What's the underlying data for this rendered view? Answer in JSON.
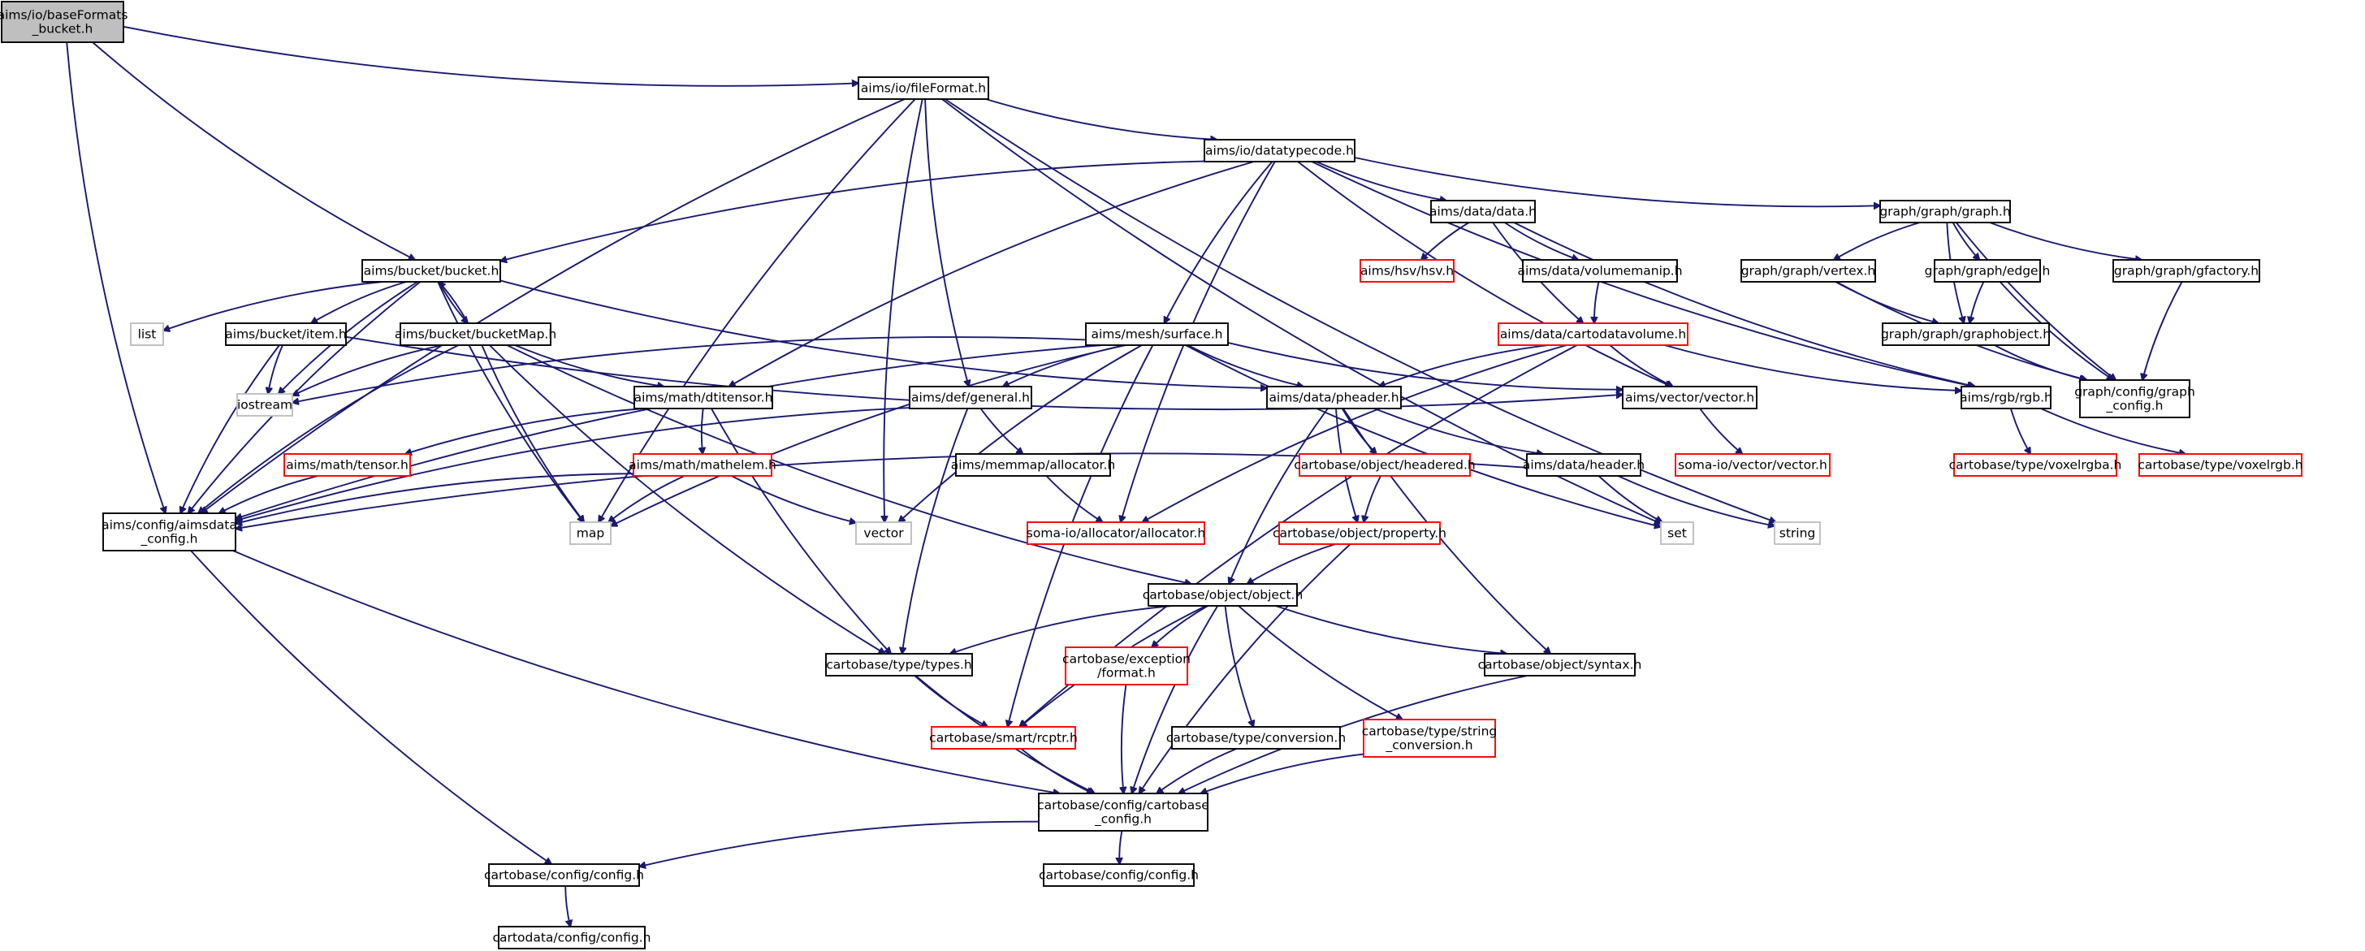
{
  "diagram": {
    "colors": {
      "edge": "#191970",
      "root_fill": "#bfbfbf",
      "missing_border": "#ff0000",
      "system_border": "#bfbfbf"
    },
    "nodes": [
      {
        "id": "root",
        "lines": [
          "aims/io/baseFormats",
          "_bucket.h"
        ],
        "style": "root"
      },
      {
        "id": "fileFormat",
        "lines": [
          "aims/io/fileFormat.h"
        ],
        "style": "normal"
      },
      {
        "id": "datatypecode",
        "lines": [
          "aims/io/datatypecode.h"
        ],
        "style": "normal"
      },
      {
        "id": "bucket",
        "lines": [
          "aims/bucket/bucket.h"
        ],
        "style": "normal"
      },
      {
        "id": "datah",
        "lines": [
          "aims/data/data.h"
        ],
        "style": "normal"
      },
      {
        "id": "graphh",
        "lines": [
          "graph/graph/graph.h"
        ],
        "style": "normal"
      },
      {
        "id": "hsv",
        "lines": [
          "aims/hsv/hsv.h"
        ],
        "style": "red"
      },
      {
        "id": "volumemanip",
        "lines": [
          "aims/data/volumemanip.h"
        ],
        "style": "normal"
      },
      {
        "id": "vertex",
        "lines": [
          "graph/graph/vertex.h"
        ],
        "style": "normal"
      },
      {
        "id": "edgeh",
        "lines": [
          "graph/graph/edge.h"
        ],
        "style": "normal"
      },
      {
        "id": "gfactory",
        "lines": [
          "graph/graph/gfactory.h"
        ],
        "style": "normal"
      },
      {
        "id": "list",
        "lines": [
          "list"
        ],
        "style": "gray"
      },
      {
        "id": "item",
        "lines": [
          "aims/bucket/item.h"
        ],
        "style": "normal"
      },
      {
        "id": "bucketMap",
        "lines": [
          "aims/bucket/bucketMap.h"
        ],
        "style": "normal"
      },
      {
        "id": "surface",
        "lines": [
          "aims/mesh/surface.h"
        ],
        "style": "normal"
      },
      {
        "id": "cartodatavolume",
        "lines": [
          "aims/data/cartodatavolume.h"
        ],
        "style": "red"
      },
      {
        "id": "graphobject",
        "lines": [
          "graph/graph/graphobject.h"
        ],
        "style": "normal"
      },
      {
        "id": "iostream",
        "lines": [
          "iostream"
        ],
        "style": "gray"
      },
      {
        "id": "dtitensor",
        "lines": [
          "aims/math/dtitensor.h"
        ],
        "style": "normal"
      },
      {
        "id": "general",
        "lines": [
          "aims/def/general.h"
        ],
        "style": "normal"
      },
      {
        "id": "pheader",
        "lines": [
          "aims/data/pheader.h"
        ],
        "style": "normal"
      },
      {
        "id": "vectorh",
        "lines": [
          "aims/vector/vector.h"
        ],
        "style": "normal"
      },
      {
        "id": "rgbh",
        "lines": [
          "aims/rgb/rgb.h"
        ],
        "style": "normal"
      },
      {
        "id": "graphconfig",
        "lines": [
          "graph/config/graph",
          "_config.h"
        ],
        "style": "normal"
      },
      {
        "id": "tensor",
        "lines": [
          "aims/math/tensor.h"
        ],
        "style": "red"
      },
      {
        "id": "mathelem",
        "lines": [
          "aims/math/mathelem.h"
        ],
        "style": "red"
      },
      {
        "id": "allocator",
        "lines": [
          "aims/memmap/allocator.h"
        ],
        "style": "normal"
      },
      {
        "id": "headered",
        "lines": [
          "cartobase/object/headered.h"
        ],
        "style": "red"
      },
      {
        "id": "headerh",
        "lines": [
          "aims/data/header.h"
        ],
        "style": "normal"
      },
      {
        "id": "somavector",
        "lines": [
          "soma-io/vector/vector.h"
        ],
        "style": "red"
      },
      {
        "id": "voxelrgba",
        "lines": [
          "cartobase/type/voxelrgba.h"
        ],
        "style": "red"
      },
      {
        "id": "voxelrgb",
        "lines": [
          "cartobase/type/voxelrgb.h"
        ],
        "style": "red"
      },
      {
        "id": "aimsdataconfig",
        "lines": [
          "aims/config/aimsdata",
          "_config.h"
        ],
        "style": "normal"
      },
      {
        "id": "map",
        "lines": [
          "map"
        ],
        "style": "gray"
      },
      {
        "id": "vector",
        "lines": [
          "vector"
        ],
        "style": "gray"
      },
      {
        "id": "somaallocator",
        "lines": [
          "soma-io/allocator/allocator.h"
        ],
        "style": "red"
      },
      {
        "id": "property",
        "lines": [
          "cartobase/object/property.h"
        ],
        "style": "red"
      },
      {
        "id": "set",
        "lines": [
          "set"
        ],
        "style": "gray"
      },
      {
        "id": "string",
        "lines": [
          "string"
        ],
        "style": "gray"
      },
      {
        "id": "object",
        "lines": [
          "cartobase/object/object.h"
        ],
        "style": "normal"
      },
      {
        "id": "types",
        "lines": [
          "cartobase/type/types.h"
        ],
        "style": "normal"
      },
      {
        "id": "exceptionformat",
        "lines": [
          "cartobase/exception",
          "/format.h"
        ],
        "style": "red"
      },
      {
        "id": "syntax",
        "lines": [
          "cartobase/object/syntax.h"
        ],
        "style": "normal"
      },
      {
        "id": "rcptr",
        "lines": [
          "cartobase/smart/rcptr.h"
        ],
        "style": "red"
      },
      {
        "id": "conversion",
        "lines": [
          "cartobase/type/conversion.h"
        ],
        "style": "normal"
      },
      {
        "id": "stringconv",
        "lines": [
          "cartobase/type/string",
          "_conversion.h"
        ],
        "style": "red"
      },
      {
        "id": "cartobaseconfig",
        "lines": [
          "cartobase/config/cartobase",
          "_config.h"
        ],
        "style": "normal"
      },
      {
        "id": "configA",
        "lines": [
          "cartobase/config/config.h"
        ],
        "style": "normal"
      },
      {
        "id": "configB",
        "lines": [
          "cartobase/config/config.h"
        ],
        "style": "normal"
      },
      {
        "id": "cartodataconfig",
        "lines": [
          "cartodata/config/config.h"
        ],
        "style": "normal"
      }
    ],
    "edges": [
      [
        "root",
        "fileFormat"
      ],
      [
        "root",
        "bucket"
      ],
      [
        "root",
        "aimsdataconfig"
      ],
      [
        "fileFormat",
        "datatypecode"
      ],
      [
        "fileFormat",
        "aimsdataconfig"
      ],
      [
        "fileFormat",
        "general"
      ],
      [
        "fileFormat",
        "vector"
      ],
      [
        "fileFormat",
        "map"
      ],
      [
        "fileFormat",
        "set"
      ],
      [
        "fileFormat",
        "string"
      ],
      [
        "datatypecode",
        "bucket"
      ],
      [
        "datatypecode",
        "datah"
      ],
      [
        "datatypecode",
        "graphh"
      ],
      [
        "datatypecode",
        "surface"
      ],
      [
        "datatypecode",
        "dtitensor"
      ],
      [
        "datatypecode",
        "vectorh"
      ],
      [
        "datatypecode",
        "rgbh"
      ],
      [
        "datatypecode",
        "somaallocator"
      ],
      [
        "bucket",
        "list"
      ],
      [
        "bucket",
        "item"
      ],
      [
        "bucket",
        "bucketMap"
      ],
      [
        "bucket",
        "iostream"
      ],
      [
        "bucket",
        "aimsdataconfig"
      ],
      [
        "bucket",
        "map"
      ],
      [
        "bucket",
        "pheader"
      ],
      [
        "bucketMap",
        "bucket"
      ],
      [
        "bucketMap",
        "iostream"
      ],
      [
        "bucketMap",
        "aimsdataconfig"
      ],
      [
        "bucketMap",
        "map"
      ],
      [
        "bucketMap",
        "dtitensor"
      ],
      [
        "bucketMap",
        "types"
      ],
      [
        "bucketMap",
        "object"
      ],
      [
        "item",
        "iostream"
      ],
      [
        "item",
        "aimsdataconfig"
      ],
      [
        "item",
        "vectorh"
      ],
      [
        "datah",
        "hsv"
      ],
      [
        "datah",
        "volumemanip"
      ],
      [
        "datah",
        "cartodatavolume"
      ],
      [
        "datah",
        "rgbh"
      ],
      [
        "volumemanip",
        "cartodatavolume"
      ],
      [
        "cartodatavolume",
        "pheader"
      ],
      [
        "cartodatavolume",
        "vectorh"
      ],
      [
        "cartodatavolume",
        "rgbh"
      ],
      [
        "cartodatavolume",
        "somaallocator"
      ],
      [
        "cartodatavolume",
        "rcptr"
      ],
      [
        "graphh",
        "vertex"
      ],
      [
        "graphh",
        "edgeh"
      ],
      [
        "graphh",
        "gfactory"
      ],
      [
        "graphh",
        "graphobject"
      ],
      [
        "graphh",
        "graphconfig"
      ],
      [
        "vertex",
        "graphobject"
      ],
      [
        "vertex",
        "graphconfig"
      ],
      [
        "edgeh",
        "graphobject"
      ],
      [
        "edgeh",
        "graphconfig"
      ],
      [
        "gfactory",
        "graphconfig"
      ],
      [
        "graphobject",
        "graphconfig"
      ],
      [
        "surface",
        "iostream"
      ],
      [
        "surface",
        "general"
      ],
      [
        "surface",
        "pheader"
      ],
      [
        "surface",
        "vectorh"
      ],
      [
        "surface",
        "aimsdataconfig"
      ],
      [
        "surface",
        "map"
      ],
      [
        "surface",
        "vector"
      ],
      [
        "surface",
        "set"
      ],
      [
        "surface",
        "rcptr"
      ],
      [
        "dtitensor",
        "tensor"
      ],
      [
        "dtitensor",
        "mathelem"
      ],
      [
        "dtitensor",
        "types"
      ],
      [
        "tensor",
        "aimsdataconfig"
      ],
      [
        "mathelem",
        "aimsdataconfig"
      ],
      [
        "mathelem",
        "map"
      ],
      [
        "mathelem",
        "vector"
      ],
      [
        "general",
        "allocator"
      ],
      [
        "general",
        "aimsdataconfig"
      ],
      [
        "general",
        "types"
      ],
      [
        "allocator",
        "somaallocator"
      ],
      [
        "pheader",
        "headered"
      ],
      [
        "pheader",
        "headerh"
      ],
      [
        "pheader",
        "property"
      ],
      [
        "pheader",
        "object"
      ],
      [
        "pheader",
        "syntax"
      ],
      [
        "headered",
        "property"
      ],
      [
        "headerh",
        "aimsdataconfig"
      ],
      [
        "headerh",
        "set"
      ],
      [
        "headerh",
        "string"
      ],
      [
        "vectorh",
        "somavector"
      ],
      [
        "rgbh",
        "voxelrgba"
      ],
      [
        "rgbh",
        "voxelrgb"
      ],
      [
        "property",
        "object"
      ],
      [
        "property",
        "cartobaseconfig"
      ],
      [
        "object",
        "types"
      ],
      [
        "object",
        "exceptionformat"
      ],
      [
        "object",
        "syntax"
      ],
      [
        "object",
        "rcptr"
      ],
      [
        "object",
        "conversion"
      ],
      [
        "object",
        "stringconv"
      ],
      [
        "object",
        "cartobaseconfig"
      ],
      [
        "types",
        "rcptr"
      ],
      [
        "types",
        "cartobaseconfig"
      ],
      [
        "exceptionformat",
        "cartobaseconfig"
      ],
      [
        "syntax",
        "cartobaseconfig"
      ],
      [
        "rcptr",
        "cartobaseconfig"
      ],
      [
        "conversion",
        "cartobaseconfig"
      ],
      [
        "stringconv",
        "cartobaseconfig"
      ],
      [
        "aimsdataconfig",
        "cartobaseconfig"
      ],
      [
        "aimsdataconfig",
        "configA"
      ],
      [
        "cartobaseconfig",
        "configA"
      ],
      [
        "cartobaseconfig",
        "configB"
      ],
      [
        "configA",
        "cartodataconfig"
      ]
    ]
  }
}
